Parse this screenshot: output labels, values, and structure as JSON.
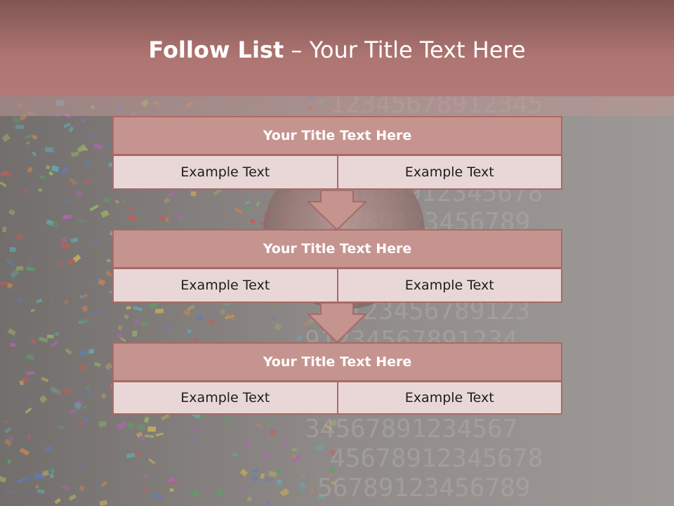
{
  "slide": {
    "title_bold": "Follow List",
    "title_rest": " – Your Title Text Here"
  },
  "rows": [
    {
      "title": "Your Title Text Here",
      "left": "Example Text",
      "right": "Example Text"
    },
    {
      "title": "Your Title Text Here",
      "left": "Example Text",
      "right": "Example Text"
    },
    {
      "title": "Your Title Text Here",
      "left": "Example Text",
      "right": "Example Text"
    }
  ],
  "colors": {
    "header": "#ae7572",
    "box_title": "#c6948f",
    "box_cell": "#e9d7d7",
    "border": "#a86a65",
    "arrow": "#c6948f"
  },
  "background": {
    "description_icons": [
      "brain-image",
      "digits-pattern",
      "confetti-pattern"
    ]
  }
}
